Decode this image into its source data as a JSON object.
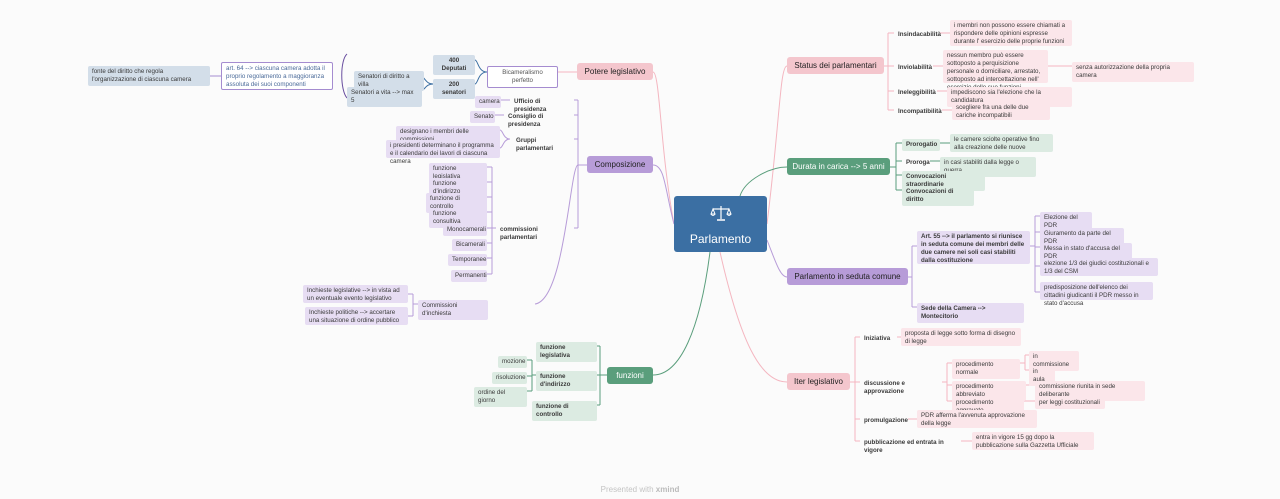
{
  "root": {
    "label": "Parlamento"
  },
  "footer": {
    "text": "Presented with",
    "brand": "xmind"
  },
  "potere": {
    "label": "Potere legislativo",
    "bicam": "Bicameralismo perfetto",
    "deputati": "400 Deputati",
    "senatori": "200 senatori",
    "sen_villa": "Senatori di diritto a villa",
    "sen_vita": "Senatori a vita --> max 5",
    "art64": "art. 64 --> ciascuna camera adotta il proprio regolamento a maggioranza assoluta dei suoi componenti",
    "fonte": "fonte del diritto che regola l'organizzazione di ciascuna camera"
  },
  "composizione": {
    "label": "Composizione",
    "ufficio": "Ufficio di presidenza",
    "camera": "camera",
    "consiglio": "Consiglio di presidenza",
    "senato": "Senato",
    "gruppi": "Gruppi parlamentari",
    "designano": "designano i membri delle commissioni",
    "presidenti": "i presidenti determinano il programma e il calendario dei lavori di ciascuna camera",
    "commissioni": "commissioni parlamentari",
    "funzioni": [
      "funzione legislativa",
      "funzione d'indirizzo",
      "funzione di controllo",
      "funzione consultiva",
      "Monocamerali",
      "Bicamerali",
      "Temporanee",
      "Permanenti"
    ],
    "inchiesta": "Commissioni d'inchiesta",
    "inch_leg": "Inchieste legislative --> in vista ad un eventuale evento legislativo",
    "inch_pol": "Inchieste politiche --> accertare una situazione di ordine pubblico"
  },
  "funzioni": {
    "label": "funzioni",
    "legislativa": "funzione legislativa",
    "indirizzo": "funzione d'indirizzo",
    "controllo": "funzione di controllo",
    "mozione": "mozione",
    "risoluzione": "risoluzione",
    "ordine": "ordine del giorno"
  },
  "status": {
    "label": "Status dei parlamentari",
    "insind": "Insindacabilità",
    "insind_t": "i membri non possono essere chiamati a rispondere delle opinioni espresse durante l' esercizio delle proprie funzioni",
    "inviol": "Inviolabilità",
    "inviol_t": "nessun membro può essere sottoposto a perquisizione personale o domiciliare, arrestato, sottoposto ad intercettazione nell' esercizio delle sue funzioni",
    "inviol_t2": "senza autorizzazione della propria camera",
    "inelegg": "Ineleggibilità",
    "inelegg_t": "impediscono sia l'elezione che la candidatura",
    "incomp": "Incompatibilità",
    "incomp_t": "scegliere fra una delle due cariche incompatibili"
  },
  "durata": {
    "label": "Durata in carica --> 5 anni",
    "prorogatio": "Prorogatio",
    "prorogatio_t": "le camere sciolte operative fino alla creazione delle nuove",
    "proroga": "Proroga",
    "proroga_t": "in casi stabiliti dalla legge o guerra",
    "straord": "Convocazioni straordinarie",
    "diritto": "Convocazioni di diritto"
  },
  "seduta": {
    "label": "Parlamento in seduta comune",
    "art55": "Art. 55 --> il parlamento si riunisce in seduta comune dei membri delle due camere nei soli casi stabiliti dalla costituzione",
    "sede": "Sede della Camera --> Montecitorio",
    "items": [
      "Elezione del PDR",
      "Giuramento da parte del PDR",
      "Messa in stato d'accusa del PDR",
      "elezione 1/3 dei giudici costituzionali e 1/3 del CSM",
      "predisposizione dell'elenco dei cittadini giudicanti il PDR messo in stato d'accusa"
    ]
  },
  "iter": {
    "label": "Iter legislativo",
    "iniziativa": "Iniziativa",
    "iniziativa_t": "proposta di legge sotto forma di disegno di legge",
    "discussione": "discussione e approvazione",
    "normale": "procedimento normale",
    "commissione": "in commissione",
    "aula": "in aula",
    "abbreviato": "procedimento abbreviato",
    "abbreviato_t": "commissione riunita in sede deliberante",
    "aggravato": "procedimento aggravato",
    "aggravato_t": "per leggi costituzionali",
    "promulgazione": "promulgazione",
    "promulgazione_t": "PDR afferma l'avvenuta approvazione della legge",
    "pubblicazione": "pubblicazione ed entrata in vigore",
    "pubblicazione_t": "entra in vigore 15 gg dopo la pubblicazione sulla Gazzetta Ufficiale"
  }
}
